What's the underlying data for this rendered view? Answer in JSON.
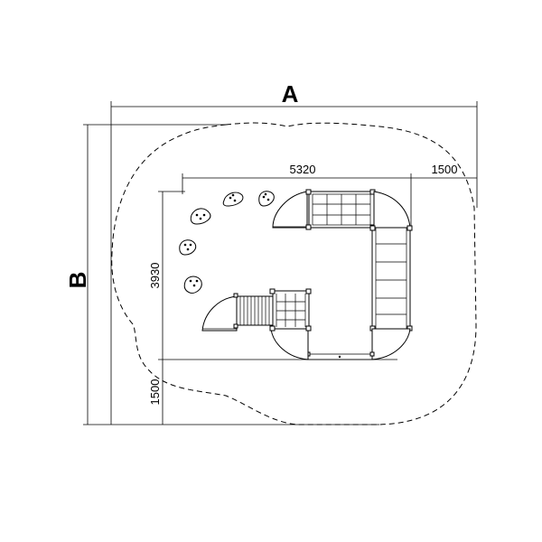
{
  "drawing": {
    "label_a": "A",
    "label_b": "B",
    "dim_width_inner": "5320",
    "dim_side_zone": "1500",
    "dim_height_inner": "3930",
    "dim_bottom_zone": "1500"
  },
  "icons": {
    "climbing_stone": "climbing-stone-icon",
    "net_panel": "net-panel-icon",
    "platform": "platform-icon",
    "steps": "steps-icon"
  },
  "colors": {
    "line": "#000000",
    "background": "#ffffff"
  }
}
